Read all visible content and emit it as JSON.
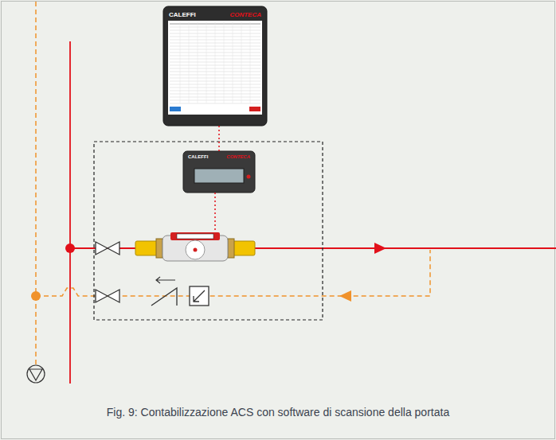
{
  "diagram": {
    "caption": "Fig. 9: Contabilizzazione ACS con software di scansione della portata",
    "nodes": [
      {
        "text": [
          "CALEFFI",
          "CONTECA"
        ]
      },
      {
        "text": [
          "CALEFFI",
          "CONTECA"
        ]
      }
    ],
    "edges": [
      {
        "from": 0,
        "to": 1,
        "arrow": "none"
      }
    ]
  }
}
